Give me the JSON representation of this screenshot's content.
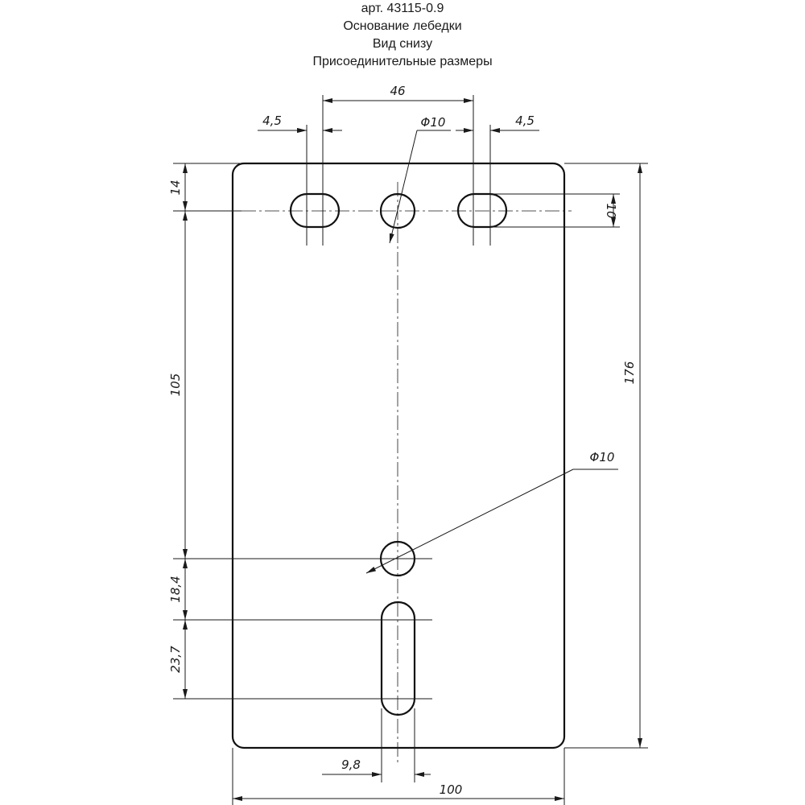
{
  "title": {
    "line1": "арт. 43115-0.9",
    "line2": "Основание лебедки",
    "line3": "Вид снизу",
    "line4": "Присоединительные размеры"
  },
  "dimensions": {
    "slot_spacing": "46",
    "slot_width_left": "4,5",
    "slot_width_right": "4,5",
    "hole_top_diameter": "Φ10",
    "hole_bottom_diameter": "Φ10",
    "top_offset": "14",
    "slot_height": "10",
    "hole_spacing": "105",
    "overall_height": "176",
    "hole_to_slot": "18,4",
    "slot_length": "23,7",
    "slot_width_bottom": "9,8",
    "overall_width": "100"
  },
  "colors": {
    "line": "#1a1a1a",
    "background": "#ffffff"
  }
}
